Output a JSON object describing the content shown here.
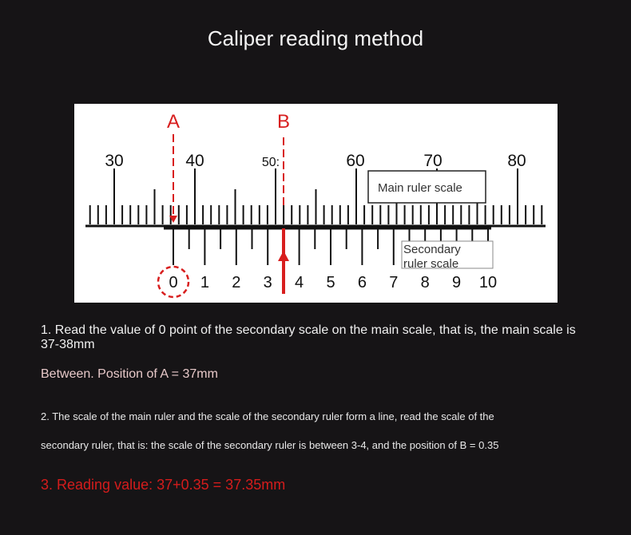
{
  "title": "Caliper reading method",
  "diagram": {
    "marker_a": "A",
    "marker_b": "B",
    "main_scale_numbers": [
      "30",
      "40",
      "50:",
      "60",
      "70",
      "80"
    ],
    "secondary_scale_numbers": [
      "0",
      "1",
      "2",
      "3",
      "4",
      "5",
      "6",
      "7",
      "8",
      "9",
      "10"
    ],
    "main_label": "Main ruler scale",
    "secondary_label": "Secondary ruler scale",
    "colors": {
      "marker": "#d81e1e",
      "ink": "#111111",
      "background": "#ffffff"
    }
  },
  "steps": {
    "step1": "1. Read the value of 0 point of the secondary scale on the main scale, that is, the main scale is 37-38mm",
    "step1b": "Between. Position of A = 37mm",
    "step2a": "2. The scale of the main ruler and the scale of the secondary ruler form a line, read the scale of the",
    "step2b": "secondary ruler, that is: the scale of the secondary ruler is between 3-4, and the position of B = 0.35",
    "step3": "3. Reading value: 37+0.35 = 37.35mm"
  }
}
